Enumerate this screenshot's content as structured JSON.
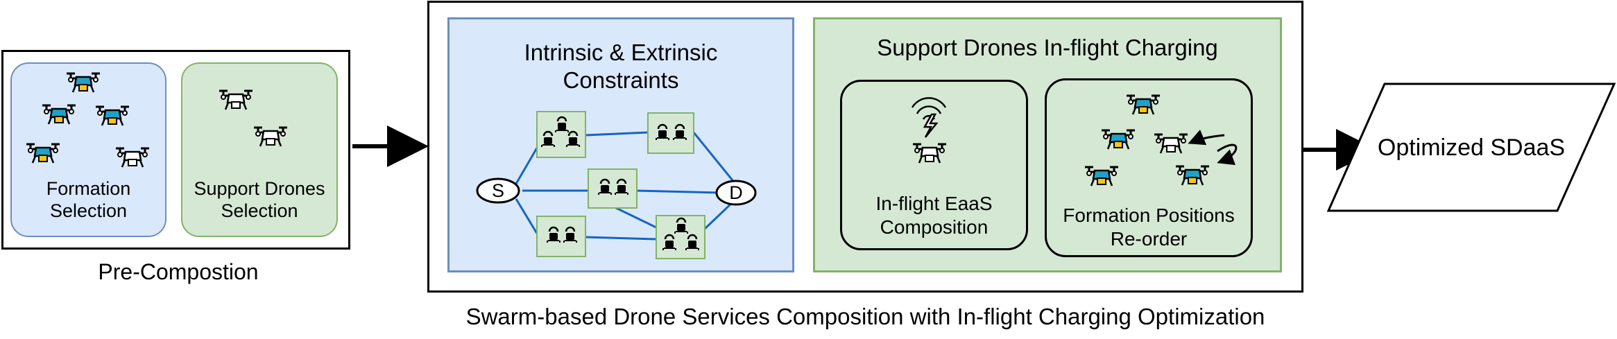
{
  "pre_composition": {
    "formation_label_line1": "Formation",
    "formation_label_line2": "Selection",
    "support_label_line1": "Support Drones",
    "support_label_line2": "Selection",
    "caption": "Pre-Compostion"
  },
  "swarm_composition": {
    "constraints_title_line1": "Intrinsic & Extrinsic",
    "constraints_title_line2": "Constraints",
    "source_node": "S",
    "destination_node": "D",
    "charging_title": "Support Drones In-flight Charging",
    "eaas_label_line1": "In-flight EaaS",
    "eaas_label_line2": "Composition",
    "reorder_label_line1": "Formation Positions",
    "reorder_label_line2": "Re-order",
    "caption": "Swarm-based Drone Services Composition with In-flight Charging Optimization"
  },
  "output": {
    "label": "Optimized SDaaS"
  },
  "colors": {
    "blue_fill": "#dae8fc",
    "blue_stroke": "#6c8ebf",
    "green_fill": "#d5e8d4",
    "green_stroke": "#82b366",
    "network_edge": "#1565c0",
    "drone_teal": "#1fa2c8",
    "drone_battery": "#f5c518"
  }
}
